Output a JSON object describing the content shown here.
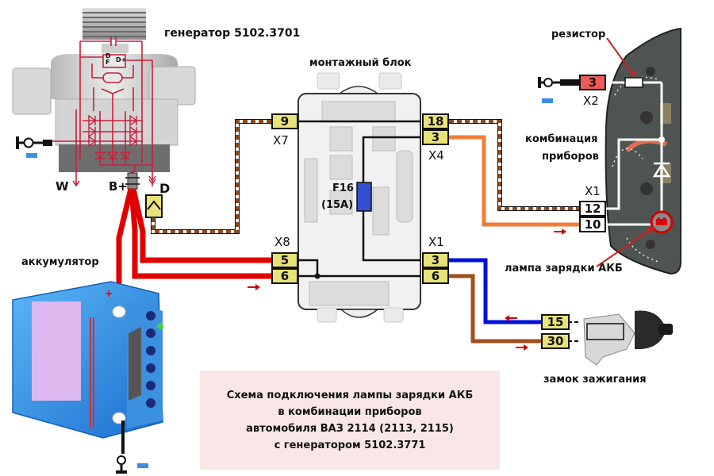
{
  "title": {
    "lines": [
      "Схема подключения лампы зарядки АКБ",
      "в комбинации приборов",
      "автомобиля ВАЗ 2114 (2113, 2115)",
      "с генератором 5102.3771"
    ]
  },
  "components": {
    "generator": {
      "label": "генератор 5102.3701",
      "terminals": {
        "w": "W",
        "b_plus": "B+",
        "d": "D"
      },
      "regulator": {
        "df": "D\nF",
        "d_plus": "D+"
      }
    },
    "mounting_block": {
      "label": "монтажный блок",
      "fuse": {
        "name": "F16",
        "rating": "(15A)"
      },
      "connectors": {
        "x7": {
          "name": "X7",
          "pins": [
            "9"
          ]
        },
        "x4": {
          "name": "X4",
          "pins": [
            "18",
            "3"
          ]
        },
        "x8": {
          "name": "X8",
          "pins": [
            "5",
            "6"
          ]
        },
        "x1": {
          "name": "X1",
          "pins": [
            "3",
            "6"
          ]
        }
      }
    },
    "instrument_cluster": {
      "label_line1": "комбинация",
      "label_line2": "приборов",
      "resistor_label": "резистор",
      "lamp_label": "лампа зарядки АКБ",
      "connectors": {
        "x2": {
          "name": "X2",
          "pins": [
            "3"
          ]
        },
        "x1": {
          "name": "X1",
          "pins": [
            "12",
            "10"
          ]
        }
      }
    },
    "battery": {
      "label": "аккумулятор"
    },
    "ignition_switch": {
      "label": "замок зажигания",
      "pins": [
        "15",
        "30"
      ]
    }
  },
  "colors": {
    "power_red": "#e00000",
    "schematic_red": "#c8203a",
    "wire_brown_white": "#8b4a22",
    "wire_orange": "#f07e35",
    "wire_blue": "#0010d8",
    "wire_brown": "#a0501e",
    "connector_yellow": "#e8e27a",
    "ground_blue": "#3a8fe0",
    "caption_bg": "#f9e7e7",
    "fuse_blue": "#3050d0",
    "cluster_gray": "#4e5452"
  }
}
